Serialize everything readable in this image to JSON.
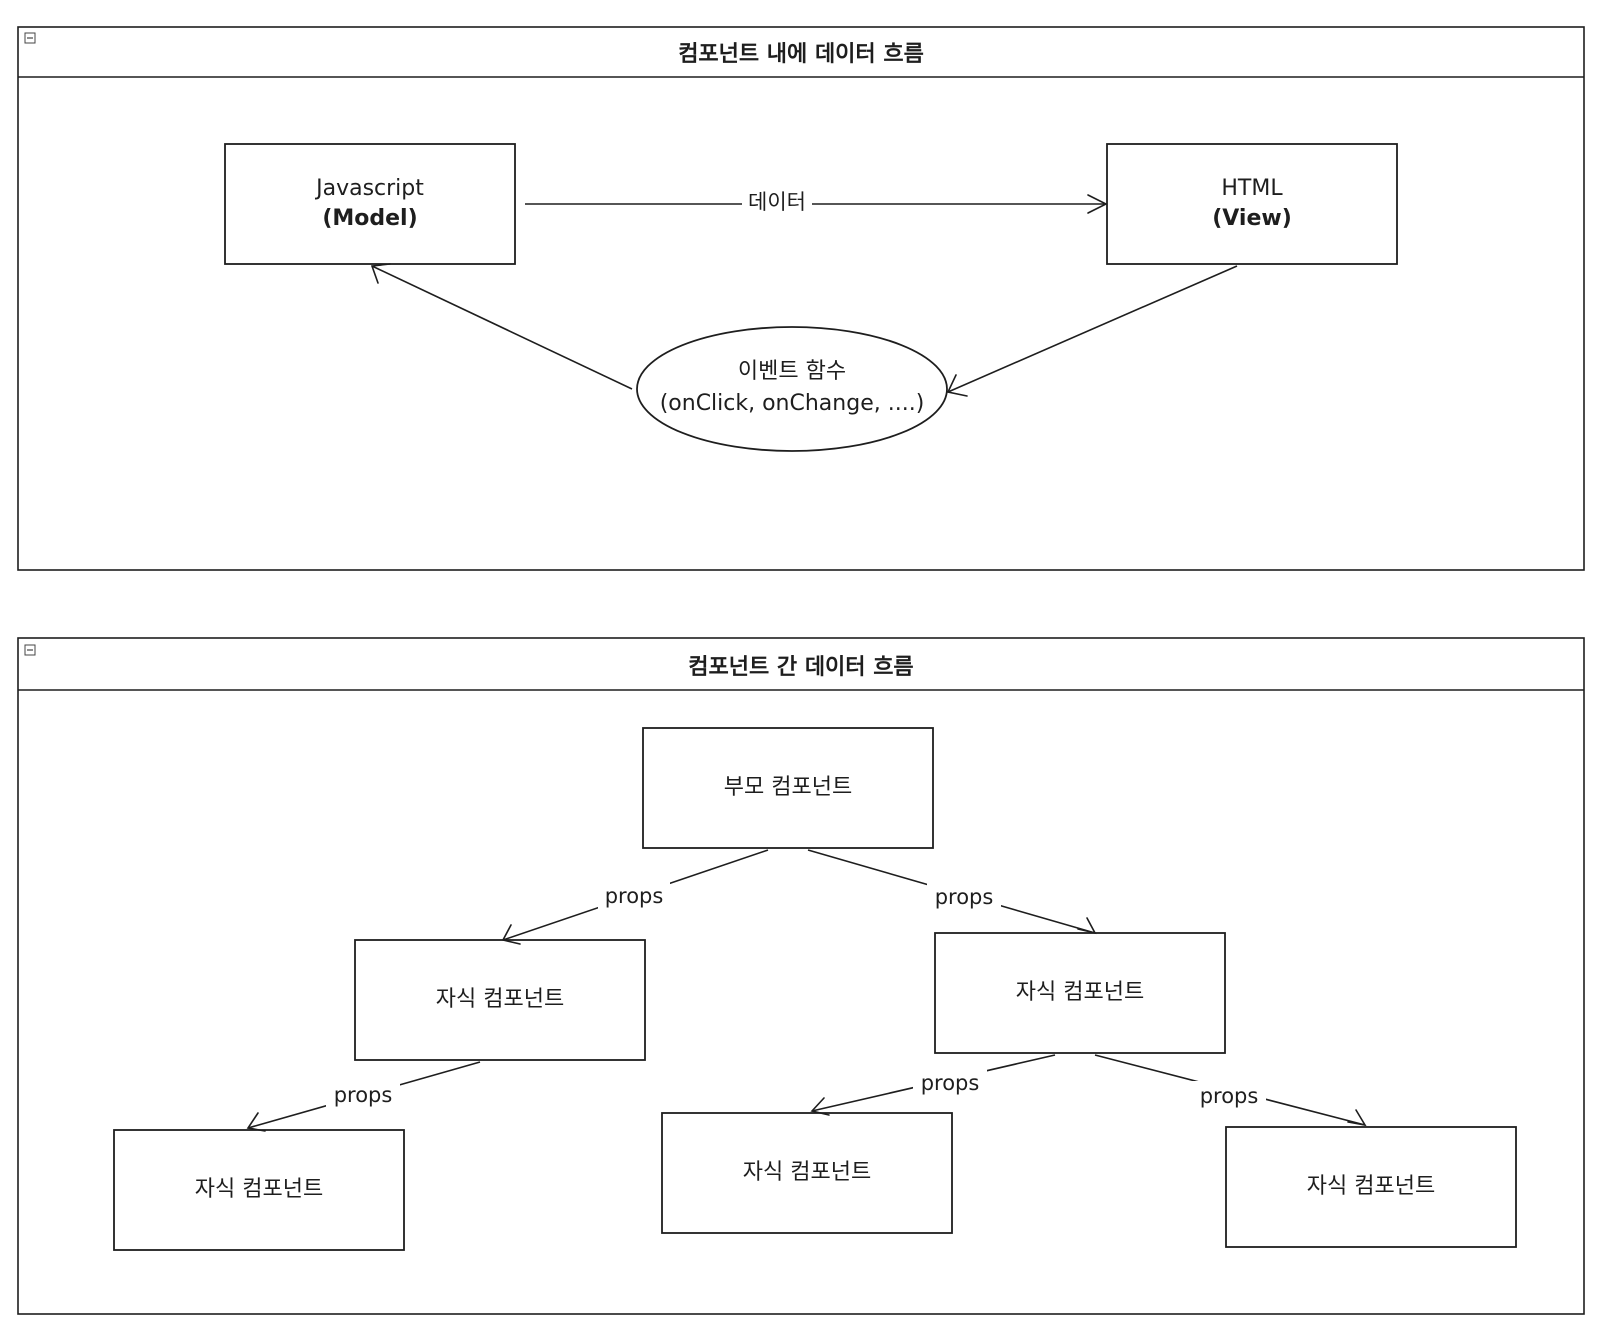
{
  "frames": [
    {
      "title": "컴포넌트 내에 데이터 흐름",
      "nodes": {
        "js": {
          "line1": "Javascript",
          "line2": "(Model)"
        },
        "html": {
          "line1": "HTML",
          "line2": "(View)"
        },
        "event": {
          "line1": "이벤트 함수",
          "line2": "(onClick, onChange, ....)"
        }
      },
      "edges": {
        "data_label": "데이터"
      }
    },
    {
      "title": "컴포넌트 간 데이터 흐름",
      "nodes": {
        "parent": "부모 컴포넌트",
        "child_left": "자식 컴포넌트",
        "child_right": "자식 컴포넌트",
        "grandchild_left": "자식 컴포넌트",
        "grandchild_mid": "자식 컴포넌트",
        "grandchild_right": "자식 컴포넌트"
      },
      "edges": {
        "props_1": "props",
        "props_2": "props",
        "props_3": "props",
        "props_4": "props",
        "props_5": "props"
      }
    }
  ]
}
